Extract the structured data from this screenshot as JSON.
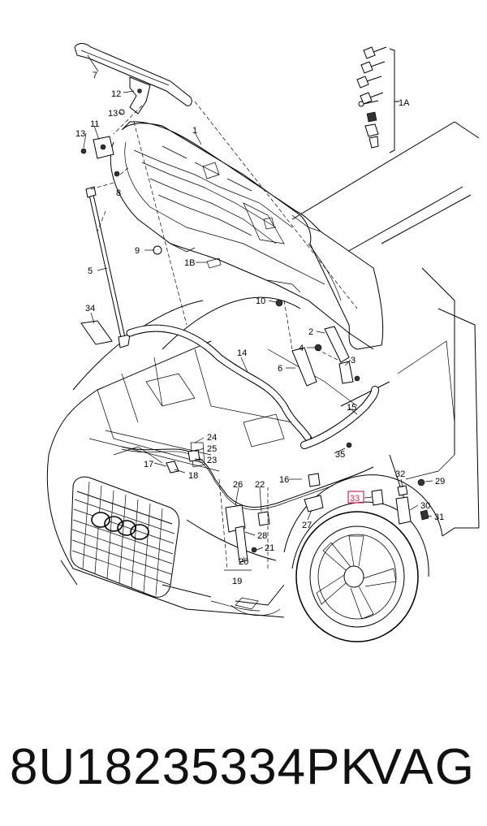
{
  "diagram": {
    "callouts": {
      "c1": "1",
      "c1a": "1A",
      "c1b": "1B",
      "c2": "2",
      "c3": "3",
      "c4": "4",
      "c5": "5",
      "c6": "6",
      "c7": "7",
      "c8": "8",
      "c9": "9",
      "c10": "10",
      "c11": "11",
      "c12": "12",
      "c13a": "13",
      "c13b": "13",
      "c14": "14",
      "c15": "15",
      "c16": "16",
      "c17": "17",
      "c18": "18",
      "c19": "19",
      "c20": "20",
      "c21": "21",
      "c22": "22",
      "c23": "23",
      "c24": "24",
      "c25": "25",
      "c26": "26",
      "c27": "27",
      "c28": "28",
      "c29": "29",
      "c30": "30",
      "c31": "31",
      "c32": "32",
      "c33": "33",
      "c34": "34",
      "c35": "35"
    },
    "highlight_color": "#e0284e"
  },
  "caption": {
    "part_number": "8U18235334PK",
    "brand": "VAG"
  }
}
